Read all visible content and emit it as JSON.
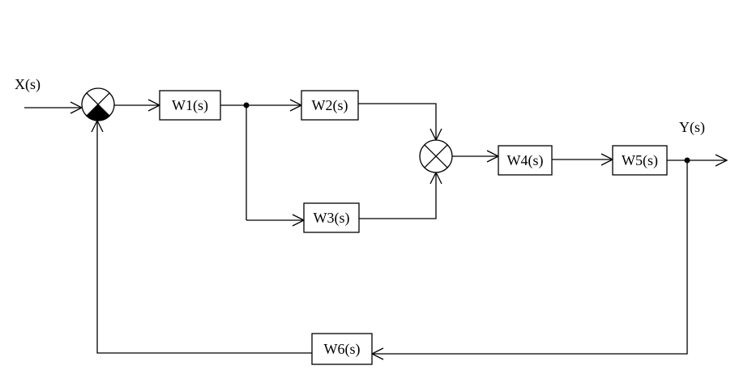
{
  "signals": {
    "input": "X(s)",
    "output": "Y(s)"
  },
  "blocks": {
    "w1": "W1(s)",
    "w2": "W2(s)",
    "w3": "W3(s)",
    "w4": "W4(s)",
    "w5": "W5(s)",
    "w6": "W6(s)"
  }
}
